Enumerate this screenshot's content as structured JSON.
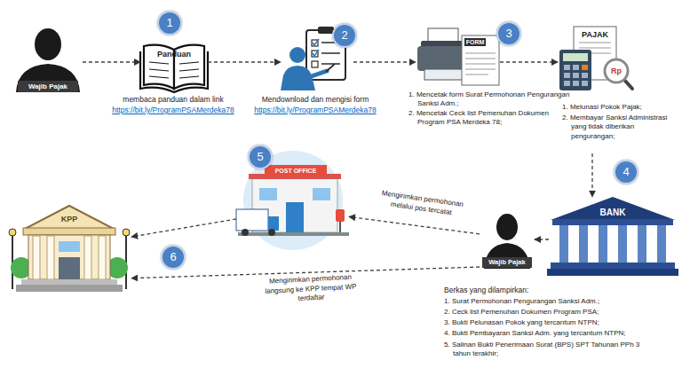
{
  "diagram": {
    "nodes": [
      {
        "text": [
          "Wajib Pajak"
        ]
      },
      {
        "text": [
          "Panduan",
          "membaca panduan dalam link",
          "https://bit.ly/ProgramPSAMerdeka78"
        ]
      },
      {
        "text": [
          "Mendownload dan mengisi form",
          "https://bit.ly/ProgramPSAMerdeka78"
        ]
      },
      {
        "text": [
          "FORM",
          "1. Mencetak form Surat Permohonan Pengurangan Sanksi Adm.;",
          "2. Mencetak Ceck list Pemenuhan Dokumen Program PSA Merdeka 78;"
        ]
      },
      {
        "text": [
          "PAJAK",
          "Rp",
          "1. Melunasi Pokok Pajak;",
          "2. Membayar Sanksi Administrasi yang tidak diberikan pengurangan;"
        ]
      },
      {
        "text": [
          "BANK"
        ]
      },
      {
        "text": [
          "Wajib Pajak",
          "Berkas yang dilampirkan:",
          "1. Surat Permohonan Pengurangan Sanksi Adm.;",
          "2. Ceck list Pemenuhan Dokumen Program PSA;",
          "3. Bukti Pelunasan Pokok yang tercantum NTPN;",
          "4. Bukti Pembayaran Sanksi Adm. yang tercantum NTPN;",
          "5. Salinan Bukti Penerimaan Surat (BPS) SPT Tahunan PPh 3 tahun terakhir;"
        ]
      },
      {
        "text": [
          "POST OFFICE"
        ]
      },
      {
        "text": [
          "KPP"
        ]
      }
    ],
    "edges": [
      {
        "from": 0,
        "to": 1,
        "arrow": "to"
      },
      {
        "from": 1,
        "to": 2,
        "arrow": "to"
      },
      {
        "from": 2,
        "to": 3,
        "arrow": "to"
      },
      {
        "from": 3,
        "to": 4,
        "arrow": "to"
      },
      {
        "from": 4,
        "to": 5,
        "arrow": "to"
      },
      {
        "from": 5,
        "to": 6,
        "arrow": "to"
      },
      {
        "from": 6,
        "to": 7,
        "label": "Mengirimkan permohonan melalui pos tercatat",
        "arrow": "to"
      },
      {
        "from": 7,
        "to": 8,
        "arrow": "to"
      },
      {
        "from": 6,
        "to": 8,
        "label": "Mengirimkan permohonan langsung ke KPP tempat WP terdaftar",
        "arrow": "to"
      }
    ],
    "labels": [
      "1",
      "2",
      "3",
      "4",
      "5",
      "6"
    ]
  }
}
